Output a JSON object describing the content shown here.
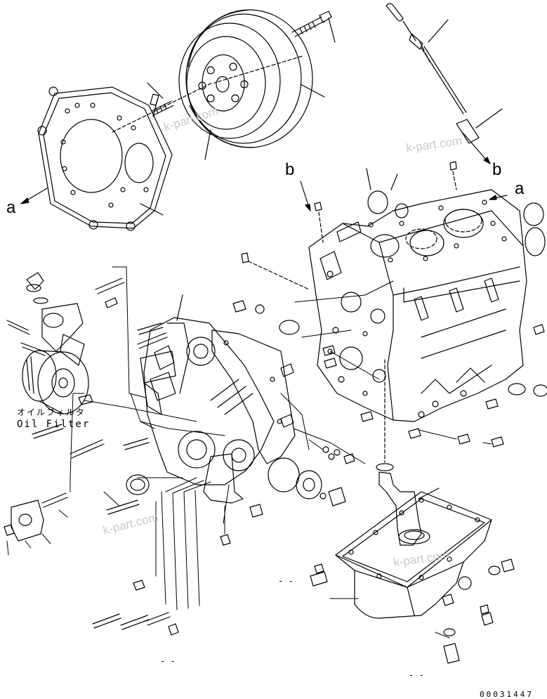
{
  "diagram": {
    "reference_a_left": "a",
    "reference_a_right": "a",
    "reference_b_left": "b",
    "reference_b_right": "b",
    "oil_filter_jp": "オイルフィルタ",
    "oil_filter_en": "Oil Filter",
    "watermark": "k-part.com",
    "drawing_number": "00031447",
    "dash_mark": "- -"
  }
}
